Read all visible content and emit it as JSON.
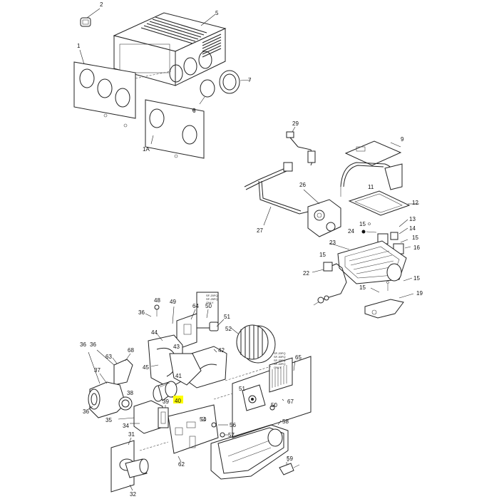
{
  "callouts": {
    "c1": "1",
    "c1a": "1A",
    "c2": "2",
    "c5": "5",
    "c6": "6",
    "c7": "7",
    "c9": "9",
    "c11": "11",
    "c12": "12",
    "c13": "13",
    "c14": "14",
    "c15a": "15",
    "c15b": "15",
    "c15c": "15",
    "c15d": "15",
    "c15e": "15",
    "c16": "16",
    "c19": "19",
    "c22": "22",
    "c23": "23",
    "c24": "24",
    "c26": "26",
    "c27": "27",
    "c29": "29",
    "c31": "31",
    "c32": "32",
    "c34": "34",
    "c35": "35",
    "c36a": "36",
    "c36b": "36",
    "c36c": "36",
    "c37": "37",
    "c38": "38",
    "c39": "39",
    "c40": "40",
    "c41": "41",
    "c42": "42",
    "c43": "43",
    "c44": "44",
    "c45": "45",
    "c48": "48",
    "c49": "49",
    "c50a": "50",
    "c50b": "50",
    "c51a": "51",
    "c51b": "51",
    "c52": "52",
    "c54": "54",
    "c56": "56",
    "c57": "57",
    "c58": "58",
    "c59": "59",
    "c62": "62",
    "c63": "63",
    "c64": "64",
    "c65": "65",
    "c67": "67",
    "c68": "68"
  },
  "notes": {
    "note_top": [
      "SF-20FQ",
      "SF-25FQ",
      "ONLY"
    ],
    "note_right": [
      "SF-20FQ",
      "SF-30FQ",
      "SF-35FQ",
      "SF-42FQ",
      "ONLY"
    ]
  },
  "colors": {
    "highlight": "#ffff00",
    "line": "#222222",
    "background": "#ffffff"
  }
}
